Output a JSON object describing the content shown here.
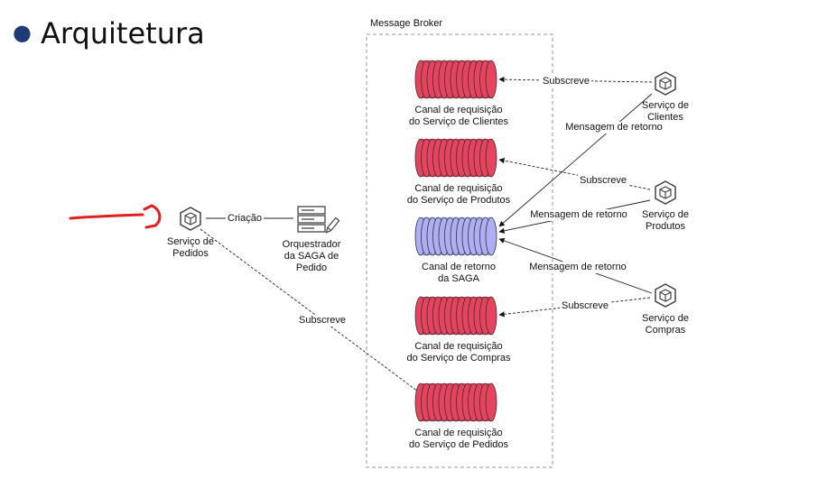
{
  "slide": {
    "title": "Arquitetura"
  },
  "broker": {
    "label": "Message Broker"
  },
  "channels": [
    {
      "id": "clientes",
      "label": "Canal de requisição\ndo Serviço de Clientes",
      "color": "#e8435e"
    },
    {
      "id": "produtos",
      "label": "Canal de requisição\ndo Serviço de Produtos",
      "color": "#e8435e"
    },
    {
      "id": "saga",
      "label": "Canal de retorno\nda SAGA",
      "color": "#aeaef5"
    },
    {
      "id": "compras",
      "label": "Canal de requisição\ndo Serviço de Compras",
      "color": "#e8435e"
    },
    {
      "id": "pedidos",
      "label": "Canal de requisição\ndo Serviço de Pedidos",
      "color": "#e8435e"
    }
  ],
  "services": {
    "pedidos": "Serviço de\nPedidos",
    "clientes": "Serviço de\nClientes",
    "produtos": "Serviço de\nProdutos",
    "compras": "Serviço de\nCompras"
  },
  "orchestrator": {
    "label": "Orquestrador\nda SAGA de\nPedido"
  },
  "edges": {
    "criacao": "Criação",
    "subscreve": "Subscreve",
    "mensagem_retorno": "Mensagem de retorno"
  },
  "colors": {
    "channel_request": "#e8435e",
    "channel_return": "#aeaef5",
    "annotation": "#e02020",
    "bullet": "#1f3b75"
  }
}
